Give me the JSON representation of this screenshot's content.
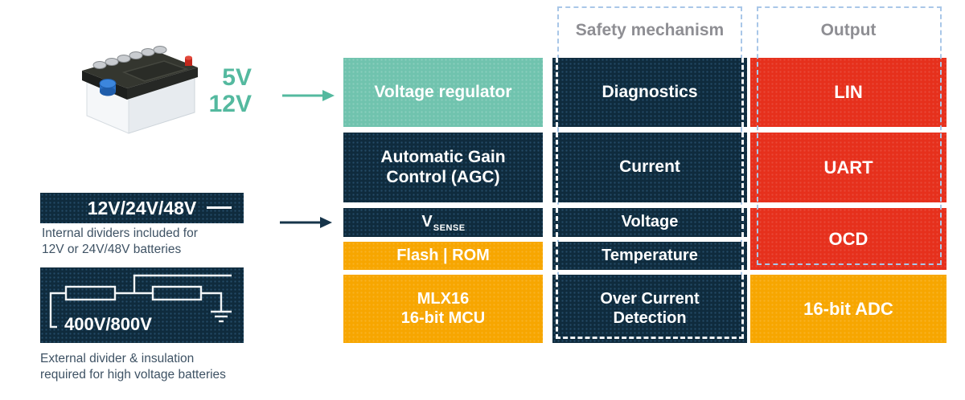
{
  "battery_labels": {
    "line1": "5V",
    "line2": "12V"
  },
  "core_column": {
    "blocks": [
      {
        "id": "voltage-regulator",
        "line1": "Voltage regulator"
      },
      {
        "id": "agc",
        "line1": "Automatic Gain",
        "line2": "Control (AGC)"
      },
      {
        "id": "vsense",
        "main": "V",
        "sub": "SENSE"
      },
      {
        "id": "flash-rom",
        "line1": "Flash | ROM"
      },
      {
        "id": "mlx16",
        "line1": "MLX16",
        "line2": "16-bit MCU"
      }
    ]
  },
  "safety_column": {
    "header": "Safety mechanism",
    "blocks": [
      {
        "label": "Diagnostics"
      },
      {
        "label": "Current"
      },
      {
        "label": "Voltage"
      },
      {
        "label": "Temperature"
      },
      {
        "line1": "Over Current",
        "line2": "Detection"
      }
    ]
  },
  "output_column": {
    "header": "Output",
    "blocks": [
      {
        "label": "LIN"
      },
      {
        "label": "UART"
      },
      {
        "label": "OCD"
      },
      {
        "label": "16-bit ADC"
      }
    ]
  },
  "low_voltage_input": {
    "box_label": "12V/24V/48V",
    "caption_line1": "Internal dividers included for",
    "caption_line2": "12V or 24V/48V batteries"
  },
  "high_voltage_input": {
    "box_label": "400V/800V",
    "caption_line1": "External divider & insulation",
    "caption_line2": "required for high voltage batteries"
  },
  "icons": {
    "battery_photo": "car-battery",
    "teal_arrow": "arrow-right",
    "navy_arrow": "arrow-right",
    "ground_symbol": "earth-ground"
  },
  "colors": {
    "teal": "#70c3ae",
    "teal-text": "#54b99f",
    "navy": "#0f2b3d",
    "orange": "#f7a600",
    "red": "#e6301c",
    "header-gray": "#8e8e93",
    "dash-blue": "#a9c7e8",
    "caption": "#3e5264"
  }
}
